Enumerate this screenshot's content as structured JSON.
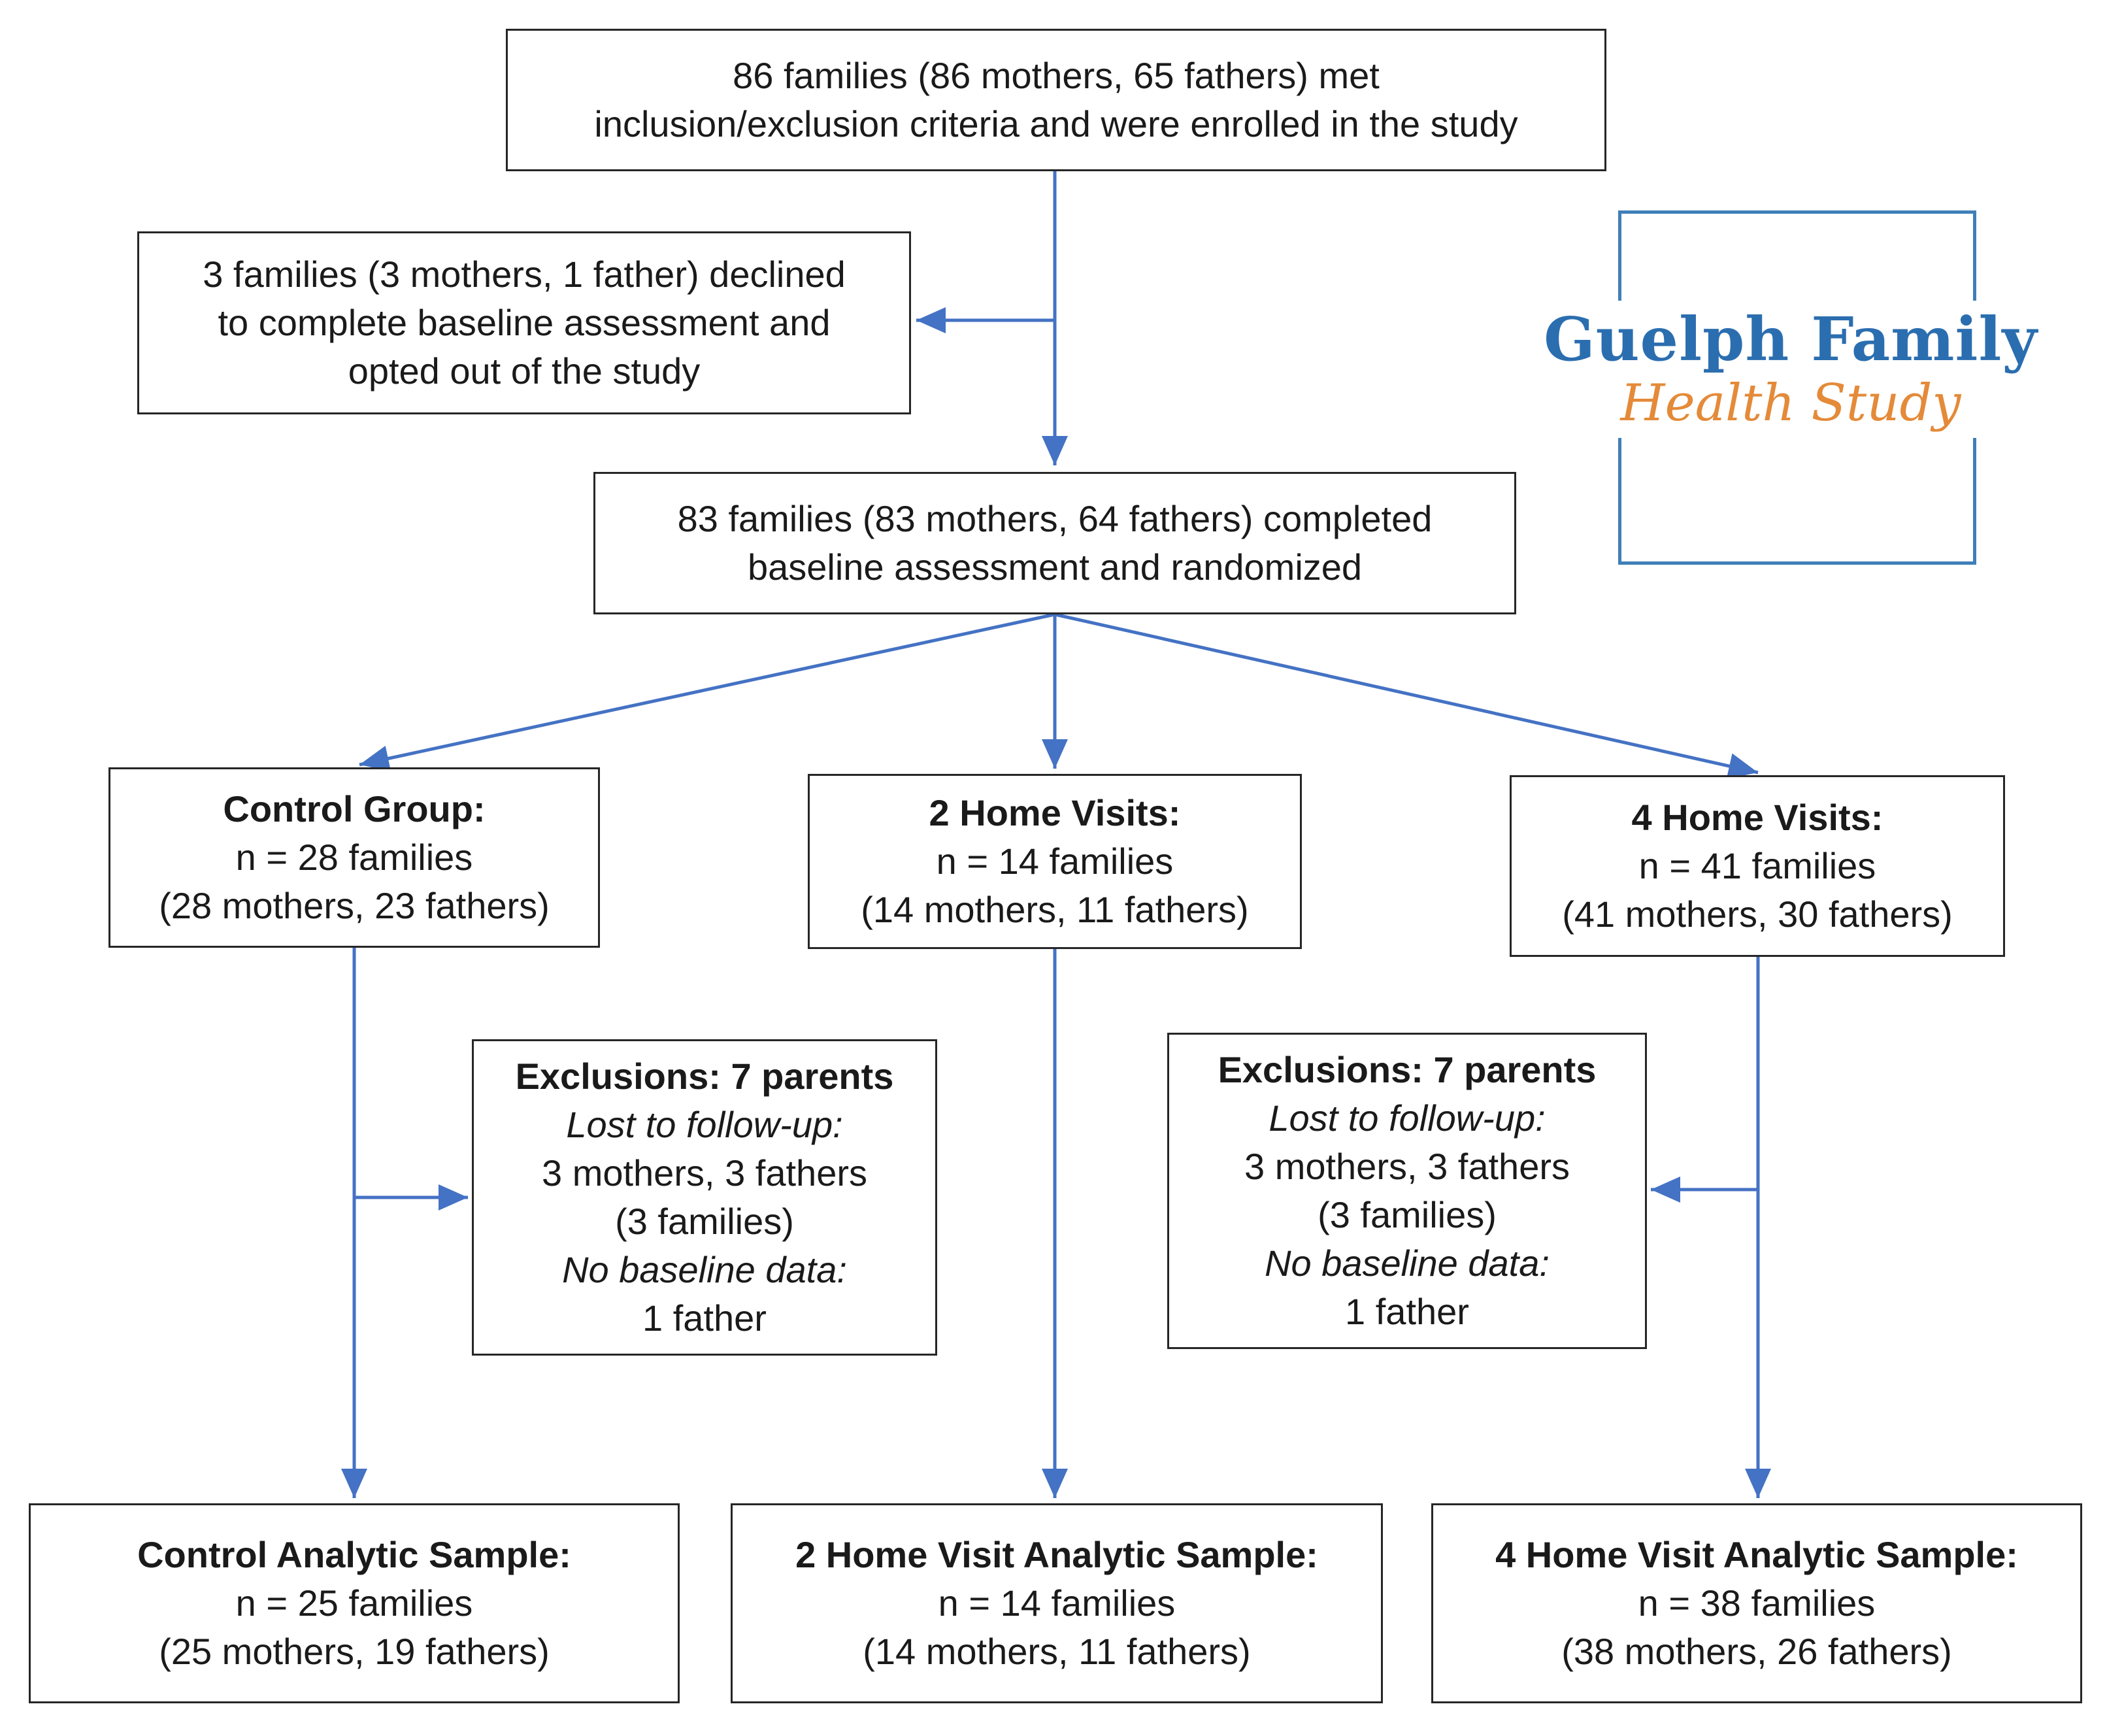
{
  "logo": {
    "line1": "Guelph Family",
    "line2": "Health Study",
    "colors": {
      "frame": "#3f7fb8",
      "line1": "#2b6eb0",
      "line2": "#e48a39"
    }
  },
  "colors": {
    "arrow": "#4472c4",
    "border": "#262626"
  },
  "nodes": {
    "enrolled": {
      "lines": [
        "86 families (86 mothers, 65 fathers) met",
        "inclusion/exclusion criteria and were enrolled in the study"
      ]
    },
    "declined": {
      "lines": [
        "3 families (3 mothers, 1 father) declined",
        "to complete baseline assessment and",
        "opted out of the study"
      ]
    },
    "randomized": {
      "lines": [
        "83 families (83 mothers, 64 fathers) completed",
        "baseline assessment and randomized"
      ]
    },
    "control": {
      "title": "Control Group:",
      "lines": [
        "n = 28 families",
        "(28 mothers, 23 fathers)"
      ]
    },
    "two_visits": {
      "title": "2 Home Visits:",
      "lines": [
        "n = 14 families",
        "(14 mothers, 11 fathers)"
      ]
    },
    "four_visits": {
      "title": "4 Home Visits:",
      "lines": [
        "n = 41 families",
        "(41 mothers, 30 fathers)"
      ]
    },
    "exclusions_control": {
      "title": "Exclusions: 7 parents",
      "lost_label": "Lost to follow-up:",
      "lost_lines": [
        "3 mothers, 3 fathers",
        "(3 families)"
      ],
      "nobase_label": "No baseline data:",
      "nobase_line": "1 father"
    },
    "exclusions_four": {
      "title": "Exclusions: 7 parents",
      "lost_label": "Lost to follow-up:",
      "lost_lines": [
        "3 mothers, 3 fathers",
        "(3 families)"
      ],
      "nobase_label": "No baseline data:",
      "nobase_line": "1 father"
    },
    "control_analytic": {
      "title": "Control Analytic Sample:",
      "lines": [
        "n = 25 families",
        "(25 mothers, 19 fathers)"
      ]
    },
    "two_analytic": {
      "title": "2 Home Visit Analytic Sample:",
      "lines": [
        "n = 14 families",
        "(14 mothers, 11 fathers)"
      ]
    },
    "four_analytic": {
      "title": "4 Home Visit Analytic Sample:",
      "lines": [
        "n = 38 families",
        "(38 mothers, 26 fathers)"
      ]
    }
  }
}
